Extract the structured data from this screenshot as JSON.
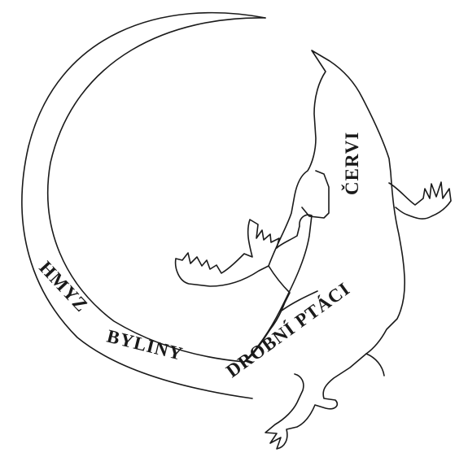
{
  "labels": {
    "hmyz": "HMYZ",
    "byliny": "BYLINY",
    "drobni_ptaci": "DROBNÍ PTÁCI",
    "cervi": "ČERVI"
  },
  "colors": {
    "line": "#1a1a1a",
    "background": "#ffffff"
  }
}
